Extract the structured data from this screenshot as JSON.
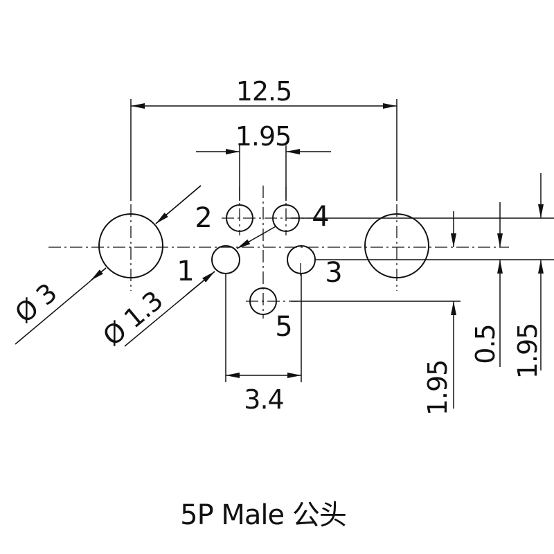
{
  "dimensions": {
    "overall_width": "12.5",
    "pin_spacing_top": "1.95",
    "pin_spacing_bottom": "3.4",
    "large_hole_diameter": "Ø 3",
    "pin_diameter": "Ø 1.3",
    "offset_pin5": "1.95",
    "offset_centerline": "0.5",
    "offset_top": "1.95"
  },
  "pins": [
    "1",
    "2",
    "3",
    "4",
    "5"
  ],
  "caption": "5P Male 公头",
  "colors": {
    "line": "#111111",
    "background": "#ffffff"
  }
}
